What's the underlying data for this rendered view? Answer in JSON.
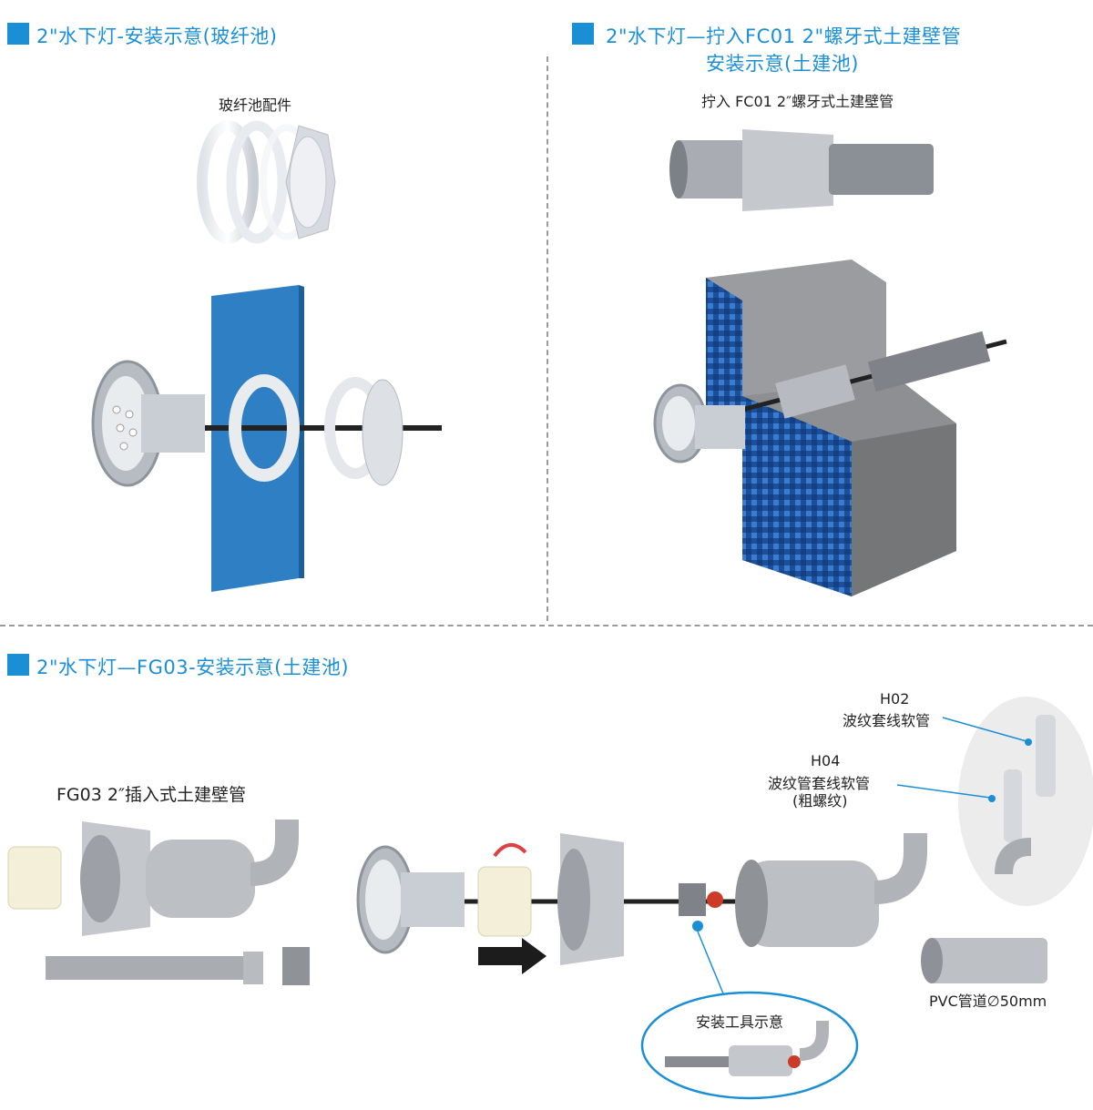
{
  "sections": {
    "fiberglass": {
      "title": "2\"水下灯-安装示意(玻纤池)",
      "parts_label": "玻纤池配件"
    },
    "fc01": {
      "title_line1": "2\"水下灯—拧入FC01 2\"螺牙式土建壁管",
      "title_line2": "安装示意(土建池)",
      "part_label": "拧入 FC01 2″螺牙式土建壁管"
    },
    "fg03": {
      "title": "2\"水下灯—FG03-安装示意(土建池)",
      "part_label": "FG03 2″插入式土建壁管",
      "h02_code": "H02",
      "h02_name": "波纹套线软管",
      "h04_code": "H04",
      "h04_name": "波纹管套线软管",
      "h04_note": "(粗螺纹)",
      "pvc_label": "PVC管道∅50mm",
      "tool_label": "安装工具示意"
    }
  },
  "colors": {
    "accent": "#1a8fd6",
    "panel_blue": "#2f7fc4",
    "pvc_grey": "#b9bcc2",
    "concrete": "#8d8f92"
  }
}
